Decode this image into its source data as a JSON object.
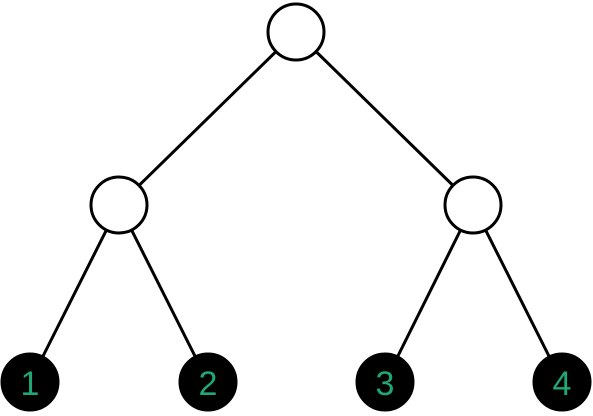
{
  "tree": {
    "internal_nodes": [
      "root",
      "left",
      "right"
    ],
    "leaves": [
      {
        "id": "leaf-1",
        "label": "1"
      },
      {
        "id": "leaf-2",
        "label": "2"
      },
      {
        "id": "leaf-3",
        "label": "3"
      },
      {
        "id": "leaf-4",
        "label": "4"
      }
    ],
    "edges": [
      [
        "root",
        "left"
      ],
      [
        "root",
        "right"
      ],
      [
        "left",
        "leaf-1"
      ],
      [
        "left",
        "leaf-2"
      ],
      [
        "right",
        "leaf-3"
      ],
      [
        "right",
        "leaf-4"
      ]
    ],
    "colors": {
      "internal_fill": "#ffffff",
      "leaf_fill": "#000000",
      "outline": "#000000",
      "label_text": "#1fa774"
    }
  }
}
